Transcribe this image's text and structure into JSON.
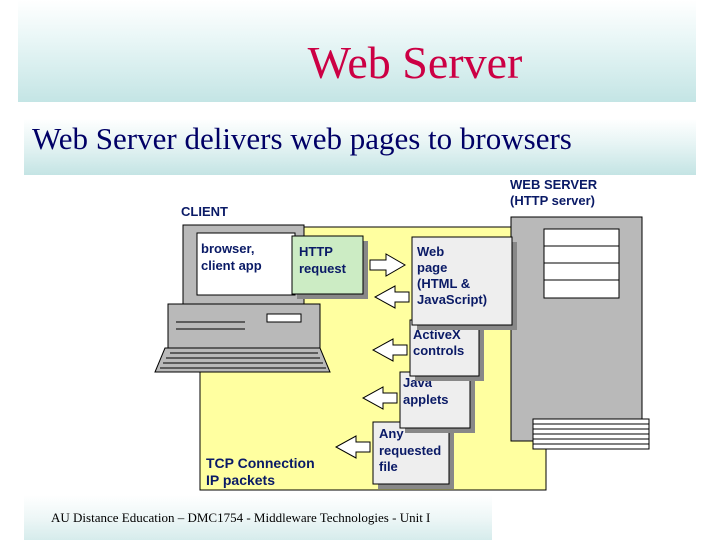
{
  "title": "Web Server",
  "subtitle": "Web Server delivers web pages to browsers",
  "footer": "AU Distance Education – DMC1754 - Middleware Technologies - Unit I",
  "diagram": {
    "client_label": "CLIENT",
    "server_label_line1": "WEB SERVER",
    "server_label_line2": "(HTTP server)",
    "browser_line1": "browser,",
    "browser_line2": "client app",
    "http_line1": "HTTP",
    "http_line2": "request",
    "webpage_line1": "Web",
    "webpage_line2": "page",
    "webpage_line3": "(HTML &",
    "webpage_line4": "JavaScript)",
    "activex_line1": "ActiveX",
    "activex_line2": "controls",
    "java_line1": "Java",
    "java_line2": "applets",
    "file_line1": "Any",
    "file_line2": "requested",
    "file_line3": "file",
    "tcp_line1": "TCP Connection",
    "tcp_line2": "IP packets",
    "colors": {
      "background": "#ffffa0",
      "http_box": "#ccecc4",
      "doc_box": "#eeeeee",
      "server": "#b9b9b9",
      "title": "#cc0044",
      "label": "#0a1a66"
    }
  }
}
